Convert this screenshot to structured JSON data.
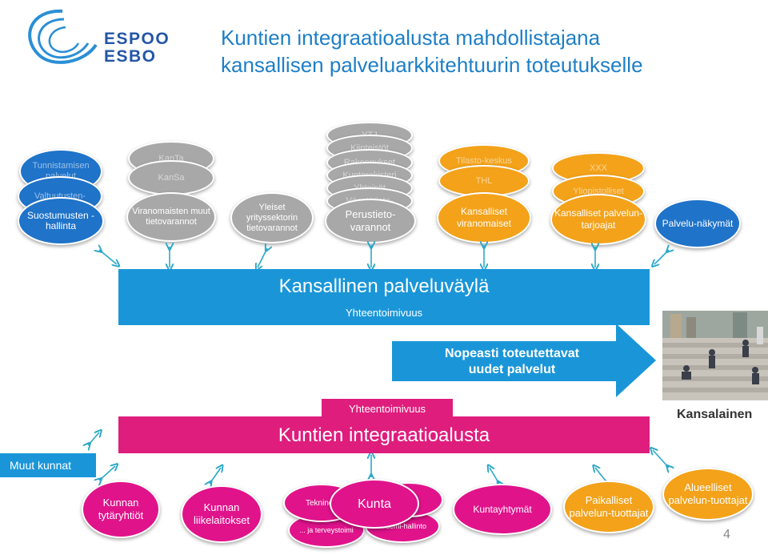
{
  "logo": {
    "line1": "ESPOO",
    "line2": "ESBO"
  },
  "title": {
    "line1": "Kuntien integraatioalusta mahdollistajana",
    "line2": "kansallisen palveluarkkitehtuurin toteutukselle"
  },
  "top": {
    "identity": {
      "back1": "Tunnistamisen palvelut",
      "back2": "Valtuutusten-",
      "front": "Suostumusten -hallinta"
    },
    "authority": {
      "back1": "KanTa",
      "back2": "KanSa",
      "front": "Viranomaisten muut tietovarannot"
    },
    "enterprise": {
      "front": "Yleiset yrityssektorin tietovarannot"
    },
    "base": {
      "back1": "YTJ",
      "back2": "Kiinteistöt",
      "back3": "Rakennukset",
      "back4": "Kuntarekisteri",
      "back5": "Yhteisöt",
      "back6": "Väestötieto-",
      "front": "Perustieto-varannot"
    },
    "national": {
      "back1": "Tilasto-keskus",
      "back2": "THL",
      "front": "Kansalliset viranomaiset"
    },
    "providers": {
      "back1": "XXX",
      "back2": "Yliopistolliset",
      "front": "Kansalliset palvelun-tarjoajat"
    },
    "views": {
      "front": "Palvelu-näkymät"
    }
  },
  "band": {
    "title": "Kansallinen palveluväylä",
    "subtitle": "Yhteentoimivuus"
  },
  "fast": {
    "line1": "Nopeasti toteutettavat",
    "line2": "uudet palvelut"
  },
  "platform": {
    "subtitle": "Yhteentoimivuus",
    "title": "Kuntien integraatioalusta"
  },
  "citizen": "Kansalainen",
  "other_municipalities": "Muut kunnat",
  "bottom": {
    "subsidiaries": "Kunnan tytäryhtiöt",
    "enterprises": "Kunnan liikelaitokset",
    "municipality": {
      "center": "Kunta",
      "left": "Tekninen",
      "low_left": "... ja terveystoimi",
      "low_right": "...isemi-hallinto"
    },
    "group": "Kuntayhtymät",
    "local": "Paikalliset palvelun-tuottajat",
    "regional": "Alueelliset palvelun-tuottajat"
  },
  "page_number": "4",
  "colors": {
    "blue": "#1f73c9",
    "gray": "#a8a8a8",
    "orange": "#f3a21a",
    "pink": "#e0138b",
    "band": "#1a96d8",
    "title": "#1e7fc6"
  }
}
